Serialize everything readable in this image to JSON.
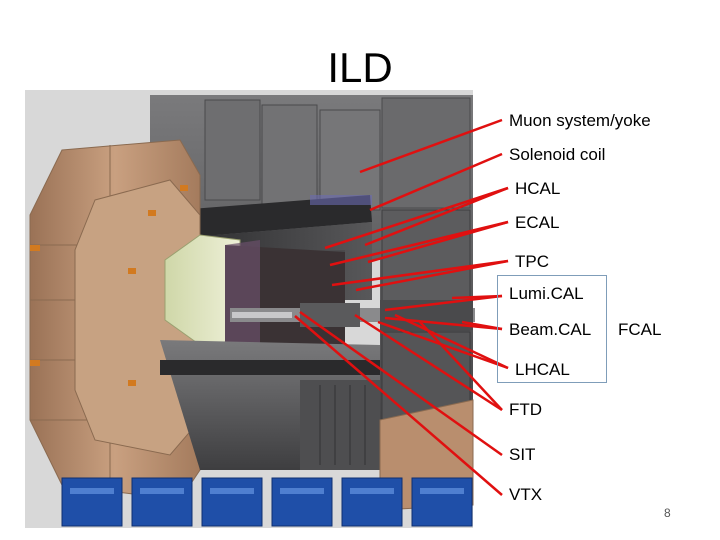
{
  "slide": {
    "title": "ILD",
    "page_number": "8"
  },
  "labels": {
    "muon": "Muon system/yoke",
    "solenoid": "Solenoid coil",
    "hcal": "HCAL",
    "ecal": "ECAL",
    "tpc": "TPC",
    "lumical": "Lumi.CAL",
    "beamcal": "Beam.CAL",
    "fcal": "FCAL",
    "lhcal": "LHCAL",
    "ftd": "FTD",
    "sit": "SIT",
    "vtx": "VTX"
  },
  "colors": {
    "leader_lines": "#e01010",
    "yoke_copper": "#b98e6e",
    "steel_gray": "#5e5e60",
    "feet_blue": "#1f4fa8"
  }
}
